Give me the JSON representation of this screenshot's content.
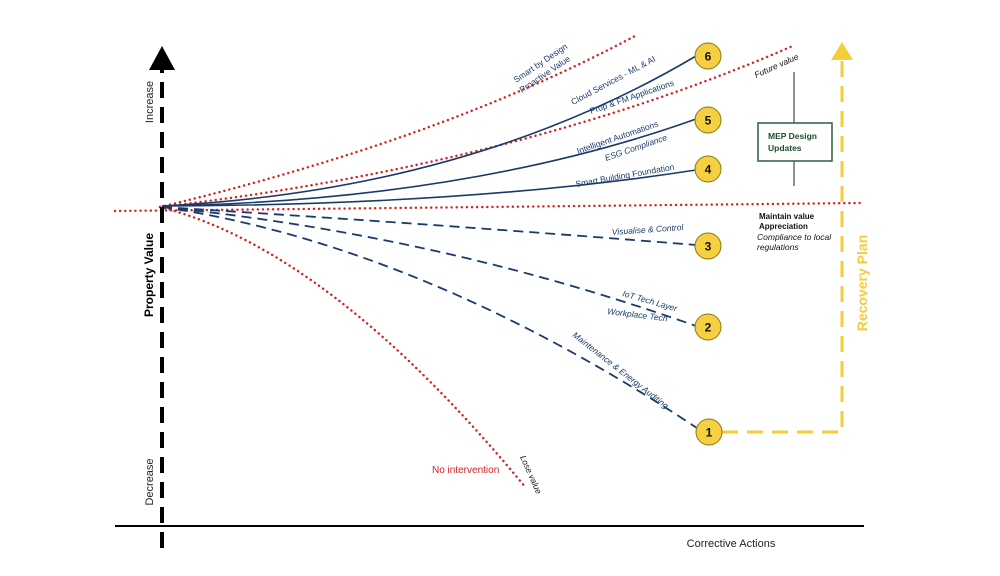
{
  "axes": {
    "y_title": "Property Value",
    "y_top": "Increase",
    "y_bottom": "Decrease",
    "x_title": "Corrective Actions"
  },
  "recovery_plan": "Recovery Plan",
  "mep_box": {
    "line1": "MEP Design",
    "line2": "Updates"
  },
  "maintain": {
    "title1": "Maintain value",
    "title2": "Appreciation",
    "sub1": "Compliance to local",
    "sub2": "regulations"
  },
  "nodes": [
    "1",
    "2",
    "3",
    "4",
    "5",
    "6"
  ],
  "labels": {
    "smart_by_design": "Smart by Design",
    "proactive_value": "Proactive Value",
    "cloud_services": "Cloud Services - ML & AI",
    "prop_fm": "Prop & FM Applications",
    "intelligent_auto": "Intelligent Automations",
    "esg": "ESG Compliance",
    "smart_building": "Smart Building Foundation",
    "visualise": "Visualise & Control",
    "iot": "IoT Tech Layer",
    "workplace": "Workplace Tech",
    "maintenance": "Maintenance & Energy Auditing",
    "future_value": "Future value",
    "lose_value": "Lose value",
    "no_intervention": "No intervention"
  },
  "colors": {
    "navy": "#1b3a6b",
    "red": "#d42020",
    "node_fill": "#f5d142",
    "node_stroke": "#c9a41c",
    "recovery": "#f5cc3c",
    "mep_border": "#2e5e3a",
    "mep_text": "#1f4d2b"
  }
}
